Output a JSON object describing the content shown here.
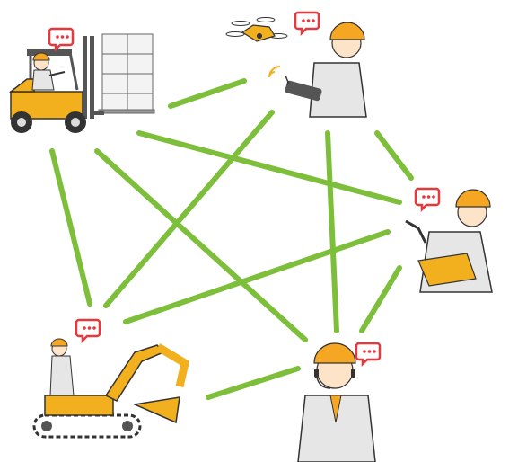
{
  "diagram": {
    "kind": "worksite-communication-network",
    "nodes": [
      {
        "id": "forklift",
        "role": "forklift-operator",
        "icon": "forklift-icon",
        "speech": "chat-bubble-icon"
      },
      {
        "id": "drone",
        "role": "drone-pilot",
        "icon": "drone-icon",
        "speech": "chat-bubble-icon"
      },
      {
        "id": "supervisor",
        "role": "site-supervisor",
        "icon": "clipboard-icon",
        "speech": "chat-bubble-icon"
      },
      {
        "id": "excavator",
        "role": "excavator-operator",
        "icon": "excavator-icon",
        "speech": "chat-bubble-icon"
      },
      {
        "id": "manager",
        "role": "headset-manager",
        "icon": "headset-icon",
        "speech": "chat-bubble-icon"
      }
    ],
    "links": [
      [
        "forklift",
        "drone"
      ],
      [
        "forklift",
        "supervisor"
      ],
      [
        "forklift",
        "excavator"
      ],
      [
        "forklift",
        "manager"
      ],
      [
        "drone",
        "supervisor"
      ],
      [
        "drone",
        "excavator"
      ],
      [
        "drone",
        "manager"
      ],
      [
        "supervisor",
        "excavator"
      ],
      [
        "supervisor",
        "manager"
      ],
      [
        "excavator",
        "manager"
      ]
    ]
  },
  "colors": {
    "link": "#7dbf3b",
    "hardhat": "#f5a623",
    "machine": "#f2b01e",
    "bubble": "#e8383d",
    "outline": "#333333",
    "uniform": "#e6e6e6"
  }
}
